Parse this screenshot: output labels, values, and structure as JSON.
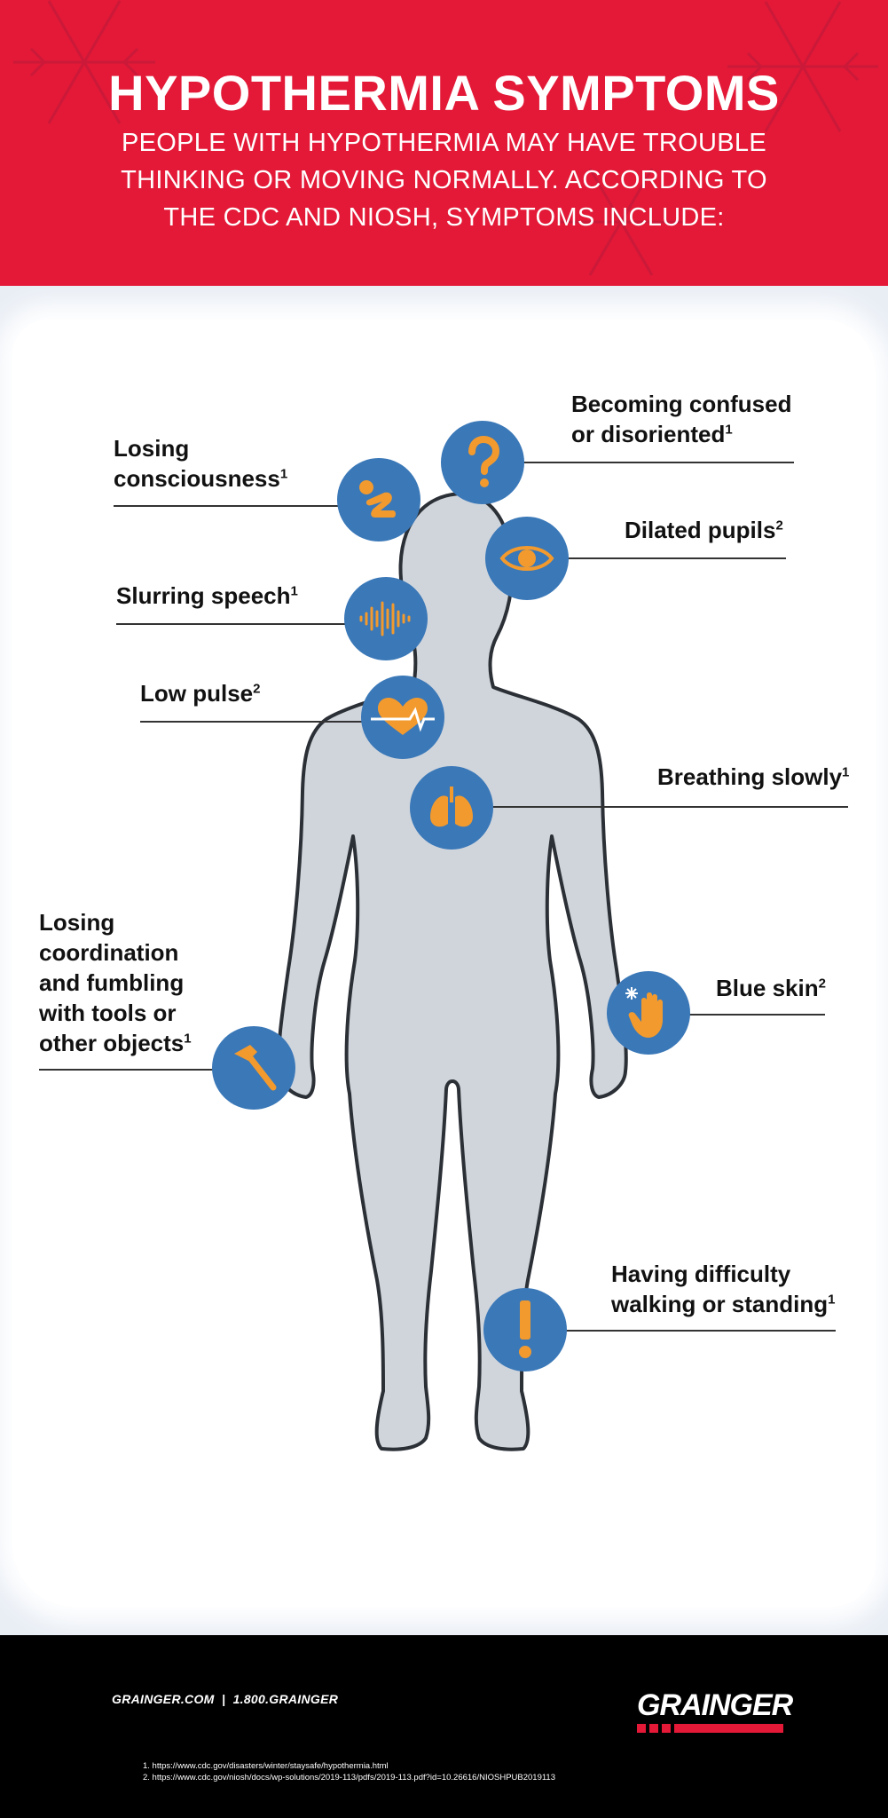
{
  "header": {
    "title": "HYPOTHERMIA SYMPTOMS",
    "subtitle": "PEOPLE WITH HYPOTHERMIA MAY HAVE TROUBLE THINKING OR MOVING NORMALLY. ACCORDING TO THE CDC AND NIOSH, SYMPTOMS INCLUDE:"
  },
  "symptoms": {
    "losing_consciousness": {
      "text": "Losing consciousness",
      "ref": "1",
      "icon": "fainting-person-icon"
    },
    "confused": {
      "text": "Becoming confused or disoriented",
      "ref": "1",
      "icon": "question-mark-icon"
    },
    "dilated_pupils": {
      "text": "Dilated pupils",
      "ref": "2",
      "icon": "eye-icon"
    },
    "slurring_speech": {
      "text": "Slurring speech",
      "ref": "1",
      "icon": "sound-wave-icon"
    },
    "low_pulse": {
      "text": "Low pulse",
      "ref": "2",
      "icon": "heartbeat-icon"
    },
    "breathing_slowly": {
      "text": "Breathing slowly",
      "ref": "1",
      "icon": "lungs-icon"
    },
    "losing_coordination": {
      "text": "Losing coordination and fumbling with tools or other objects",
      "ref": "1",
      "icon": "hammer-icon"
    },
    "blue_skin": {
      "text": "Blue skin",
      "ref": "2",
      "icon": "cold-hand-icon"
    },
    "difficulty_walking": {
      "text": "Having difficulty walking or standing",
      "ref": "1",
      "icon": "exclamation-icon"
    }
  },
  "footer": {
    "site": "GRAINGER.COM  |  1.800.GRAINGER",
    "logo": "GRAINGER",
    "footnote_1": "1. https://www.cdc.gov/disasters/winter/staysafe/hypothermia.html",
    "footnote_2": "2. https://www.cdc.gov/niosh/docs/wp-solutions/2019-113/pdfs/2019-113.pdf?id=10.26616/NIOSHPUB2019113"
  },
  "colors": {
    "header_red": "#e31937",
    "icon_blue": "#3a78b8",
    "icon_orange": "#f29a2e",
    "body_gray": "#d0d5dc",
    "background_frost": "#e9eef5",
    "footer_black": "#000000"
  }
}
